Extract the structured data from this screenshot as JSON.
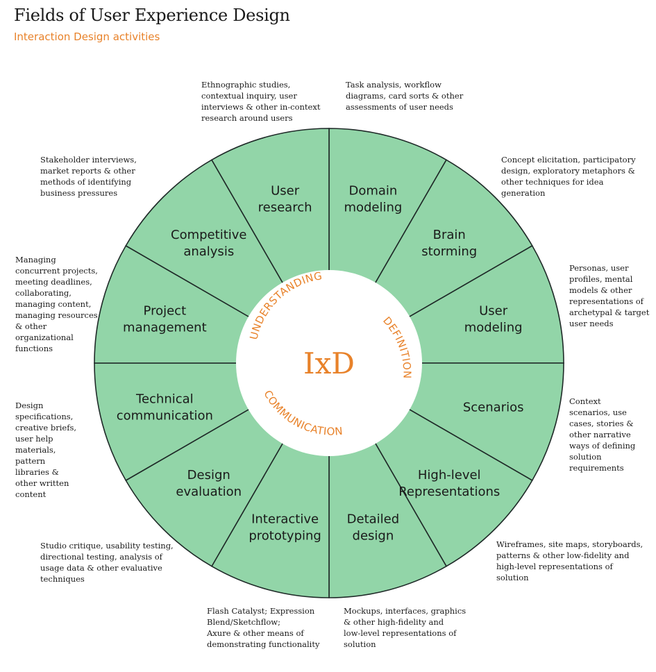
{
  "title": "Fields of User Experience Design",
  "subtitle": "Interaction Design activities",
  "center": {
    "label": "IxD",
    "ring_words": [
      "UNDERSTANDING",
      "DEFINITION",
      "COMMUNICATION"
    ]
  },
  "colors": {
    "segment_fill": "#92d5a8",
    "segment_line": "#1f2a28",
    "accent": "#e8822a"
  },
  "segments": [
    {
      "id": "domain-modeling",
      "label_lines": [
        "Domain",
        "modeling"
      ],
      "annotation_lines": [
        "Task analysis, workflow",
        "diagrams, card sorts & other",
        "assessments of user needs"
      ]
    },
    {
      "id": "brain-storming",
      "label_lines": [
        "Brain",
        "storming"
      ],
      "annotation_lines": [
        "Concept elicitation, participatory",
        "design, exploratory metaphors &",
        "other techniques for idea",
        "generation"
      ]
    },
    {
      "id": "user-modeling",
      "label_lines": [
        "User",
        "modeling"
      ],
      "annotation_lines": [
        "Personas, user",
        "profiles, mental",
        "models & other",
        "representations of",
        "archetypal & target",
        "user needs"
      ]
    },
    {
      "id": "scenarios",
      "label_lines": [
        "Scenarios"
      ],
      "annotation_lines": [
        "Context",
        "scenarios, use",
        "cases, stories &",
        "other narrative",
        "ways of defining",
        "solution",
        "requirements"
      ]
    },
    {
      "id": "high-level-representations",
      "label_lines": [
        "High-level",
        "Representations"
      ],
      "annotation_lines": [
        "Wireframes, site maps, storyboards,",
        "patterns & other low-fidelity and",
        "high-level representations of",
        "solution"
      ]
    },
    {
      "id": "detailed-design",
      "label_lines": [
        "Detailed",
        "design"
      ],
      "annotation_lines": [
        "Mockups, interfaces, graphics",
        "& other high-fidelity and",
        "low-level representations of",
        "solution"
      ]
    },
    {
      "id": "interactive-prototyping",
      "label_lines": [
        "Interactive",
        "prototyping"
      ],
      "annotation_lines": [
        "Flash Catalyst; Expression",
        "Blend/Sketchflow;",
        "Axure & other means of",
        "demonstrating functionality"
      ]
    },
    {
      "id": "design-evaluation",
      "label_lines": [
        "Design",
        "evaluation"
      ],
      "annotation_lines": [
        "Studio critique, usability testing,",
        "directional testing, analysis of",
        "usage data & other evaluative",
        "techniques"
      ]
    },
    {
      "id": "technical-communication",
      "label_lines": [
        "Technical",
        "communication"
      ],
      "annotation_lines": [
        "Design",
        "specifications,",
        "creative briefs,",
        "user help",
        "materials,",
        "pattern",
        "libraries &",
        "other written",
        "content"
      ]
    },
    {
      "id": "project-management",
      "label_lines": [
        "Project",
        "management"
      ],
      "annotation_lines": [
        "Managing",
        "concurrent projects,",
        "meeting deadlines,",
        "collaborating,",
        "managing content,",
        "managing resources",
        "& other",
        "organizational",
        "functions"
      ]
    },
    {
      "id": "competitive-analysis",
      "label_lines": [
        "Competitive",
        "analysis"
      ],
      "annotation_lines": [
        "Stakeholder interviews,",
        "market reports & other",
        "methods of identifying",
        "business pressures"
      ]
    },
    {
      "id": "user-research",
      "label_lines": [
        "User",
        "research"
      ],
      "annotation_lines": [
        "Ethnographic studies,",
        "contextual inquiry, user",
        "interviews & other in-context",
        "research around users"
      ]
    }
  ]
}
